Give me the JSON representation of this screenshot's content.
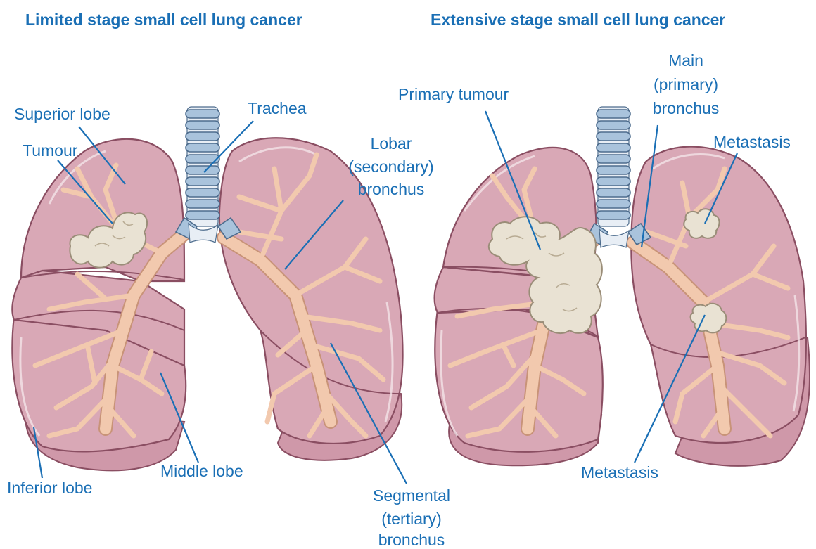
{
  "titles": {
    "left": "Limited stage small cell lung cancer",
    "right": "Extensive stage small cell lung cancer"
  },
  "left_labels": {
    "superior_lobe": "Superior lobe",
    "tumour": "Tumour",
    "trachea": "Trachea",
    "lobar_1": "Lobar",
    "lobar_2": "(secondary)",
    "lobar_3": "bronchus",
    "middle_lobe": "Middle lobe",
    "inferior_lobe": "Inferior lobe",
    "segmental_1": "Segmental",
    "segmental_2": "(tertiary)",
    "segmental_3": "bronchus"
  },
  "right_labels": {
    "primary_tumour": "Primary tumour",
    "main_1": "Main",
    "main_2": "(primary)",
    "main_3": "bronchus",
    "metastasis_top": "Metastasis",
    "metastasis_bottom": "Metastasis"
  },
  "colors": {
    "label": "#1a6fb5",
    "lung": "#d9a8b6",
    "bronchi": "#f2c9ae",
    "trachea_rings": "#a9c3dc",
    "tumour": "#e9e2d3"
  }
}
